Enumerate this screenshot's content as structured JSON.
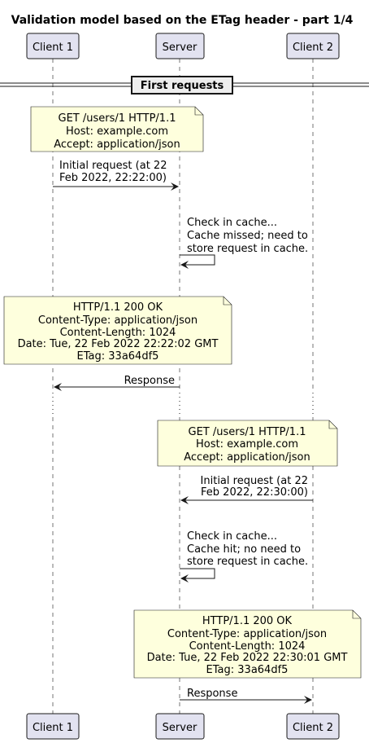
{
  "title": "Validation model based on the ETag header - part 1/4",
  "participants": {
    "client1": "Client 1",
    "server": "Server",
    "client2": "Client 2"
  },
  "divider": "First requests",
  "note1": [
    "GET /users/1 HTTP/1.1",
    "Host: example.com",
    "Accept: application/json"
  ],
  "msg1": [
    "Initial request (at 22",
    "Feb 2022, 22:22:00)"
  ],
  "self1": [
    "Check in cache...",
    "Cache missed; need to",
    "store request in cache."
  ],
  "note2": [
    "HTTP/1.1 200 OK",
    "Content-Type: application/json",
    "Content-Length: 1024",
    "Date: Tue, 22 Feb 2022 22:22:02 GMT",
    "ETag: 33a64df5"
  ],
  "response1": "Response",
  "note3": [
    "GET /users/1 HTTP/1.1",
    "Host: example.com",
    "Accept: application/json"
  ],
  "msg2": [
    "Initial request (at 22",
    "Feb 2022, 22:30:00)"
  ],
  "self2": [
    "Check in cache...",
    "Cache hit; no need to",
    "store request in cache."
  ],
  "note4": [
    "HTTP/1.1 200 OK",
    "Content-Type: application/json",
    "Content-Length: 1024",
    "Date: Tue, 22 Feb 2022 22:30:01 GMT",
    "ETag: 33a64df5"
  ],
  "response2": "Response"
}
